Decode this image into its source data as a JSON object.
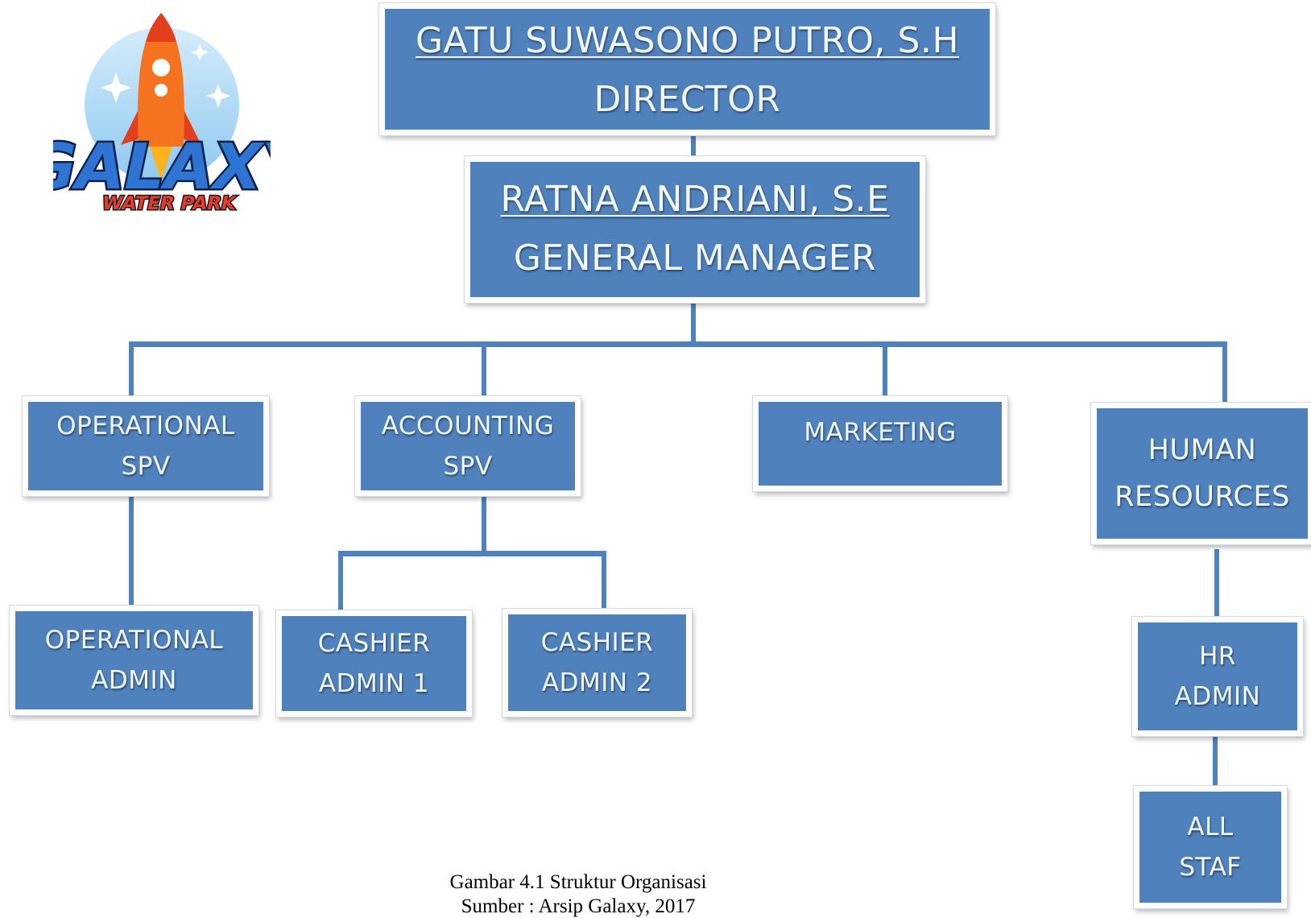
{
  "logo": {
    "text": "GALAXY",
    "subtext": "WATER PARK",
    "icon": "rocket-icon"
  },
  "colors": {
    "box_fill": "#4f81bd",
    "connector": "#4f81bd",
    "text": "#f4f8ff"
  },
  "org_chart": {
    "director": {
      "name": "GATU SUWASONO PUTRO, S.H",
      "title": "DIRECTOR"
    },
    "general_manager": {
      "name": "RATNA ANDRIANI, S.E",
      "title": "GENERAL MANAGER"
    },
    "departments": {
      "operational_spv": {
        "line1": "OPERATIONAL",
        "line2": "SPV"
      },
      "accounting_spv": {
        "line1": "ACCOUNTING",
        "line2": "SPV"
      },
      "marketing": {
        "line1": "MARKETING"
      },
      "human_resources": {
        "line1": "HUMAN",
        "line2": "RESOURCES"
      }
    },
    "staff": {
      "operational_admin": {
        "line1": "OPERATIONAL",
        "line2": "ADMIN"
      },
      "cashier_admin_1": {
        "line1": "CASHIER",
        "line2": "ADMIN 1"
      },
      "cashier_admin_2": {
        "line1": "CASHIER",
        "line2": "ADMIN 2"
      },
      "hr_admin": {
        "line1": "HR",
        "line2": "ADMIN"
      },
      "all_staf": {
        "line1": "ALL",
        "line2": "STAF"
      }
    }
  },
  "caption": {
    "figure": "Gambar 4.1 Struktur Organisasi",
    "source": "Sumber : Arsip Galaxy, 2017"
  }
}
